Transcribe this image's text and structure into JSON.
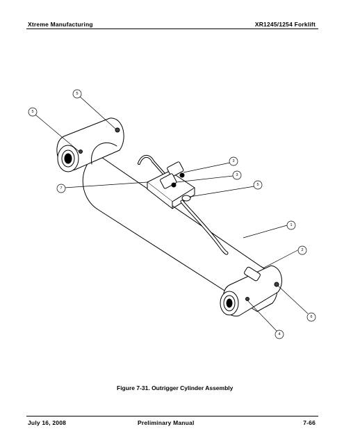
{
  "header": {
    "left": "Xtreme Manufacturing",
    "right": "XR1245/1254 Forklift"
  },
  "figure": {
    "caption": "Figure 7-31.  Outrigger Cylinder Assembly",
    "callouts": [
      {
        "id": "callout-5-top",
        "label": "5"
      },
      {
        "id": "callout-5-left",
        "label": "5"
      },
      {
        "id": "callout-3-upper",
        "label": "3"
      },
      {
        "id": "callout-3-lower",
        "label": "3"
      },
      {
        "id": "callout-5-right",
        "label": "5"
      },
      {
        "id": "callout-7",
        "label": "7"
      },
      {
        "id": "callout-1",
        "label": "1"
      },
      {
        "id": "callout-2",
        "label": "2"
      },
      {
        "id": "callout-6",
        "label": "6"
      },
      {
        "id": "callout-4",
        "label": "4"
      }
    ]
  },
  "footer": {
    "left": "July 16, 2008",
    "center": "Preliminary Manual",
    "right": "7-66"
  }
}
